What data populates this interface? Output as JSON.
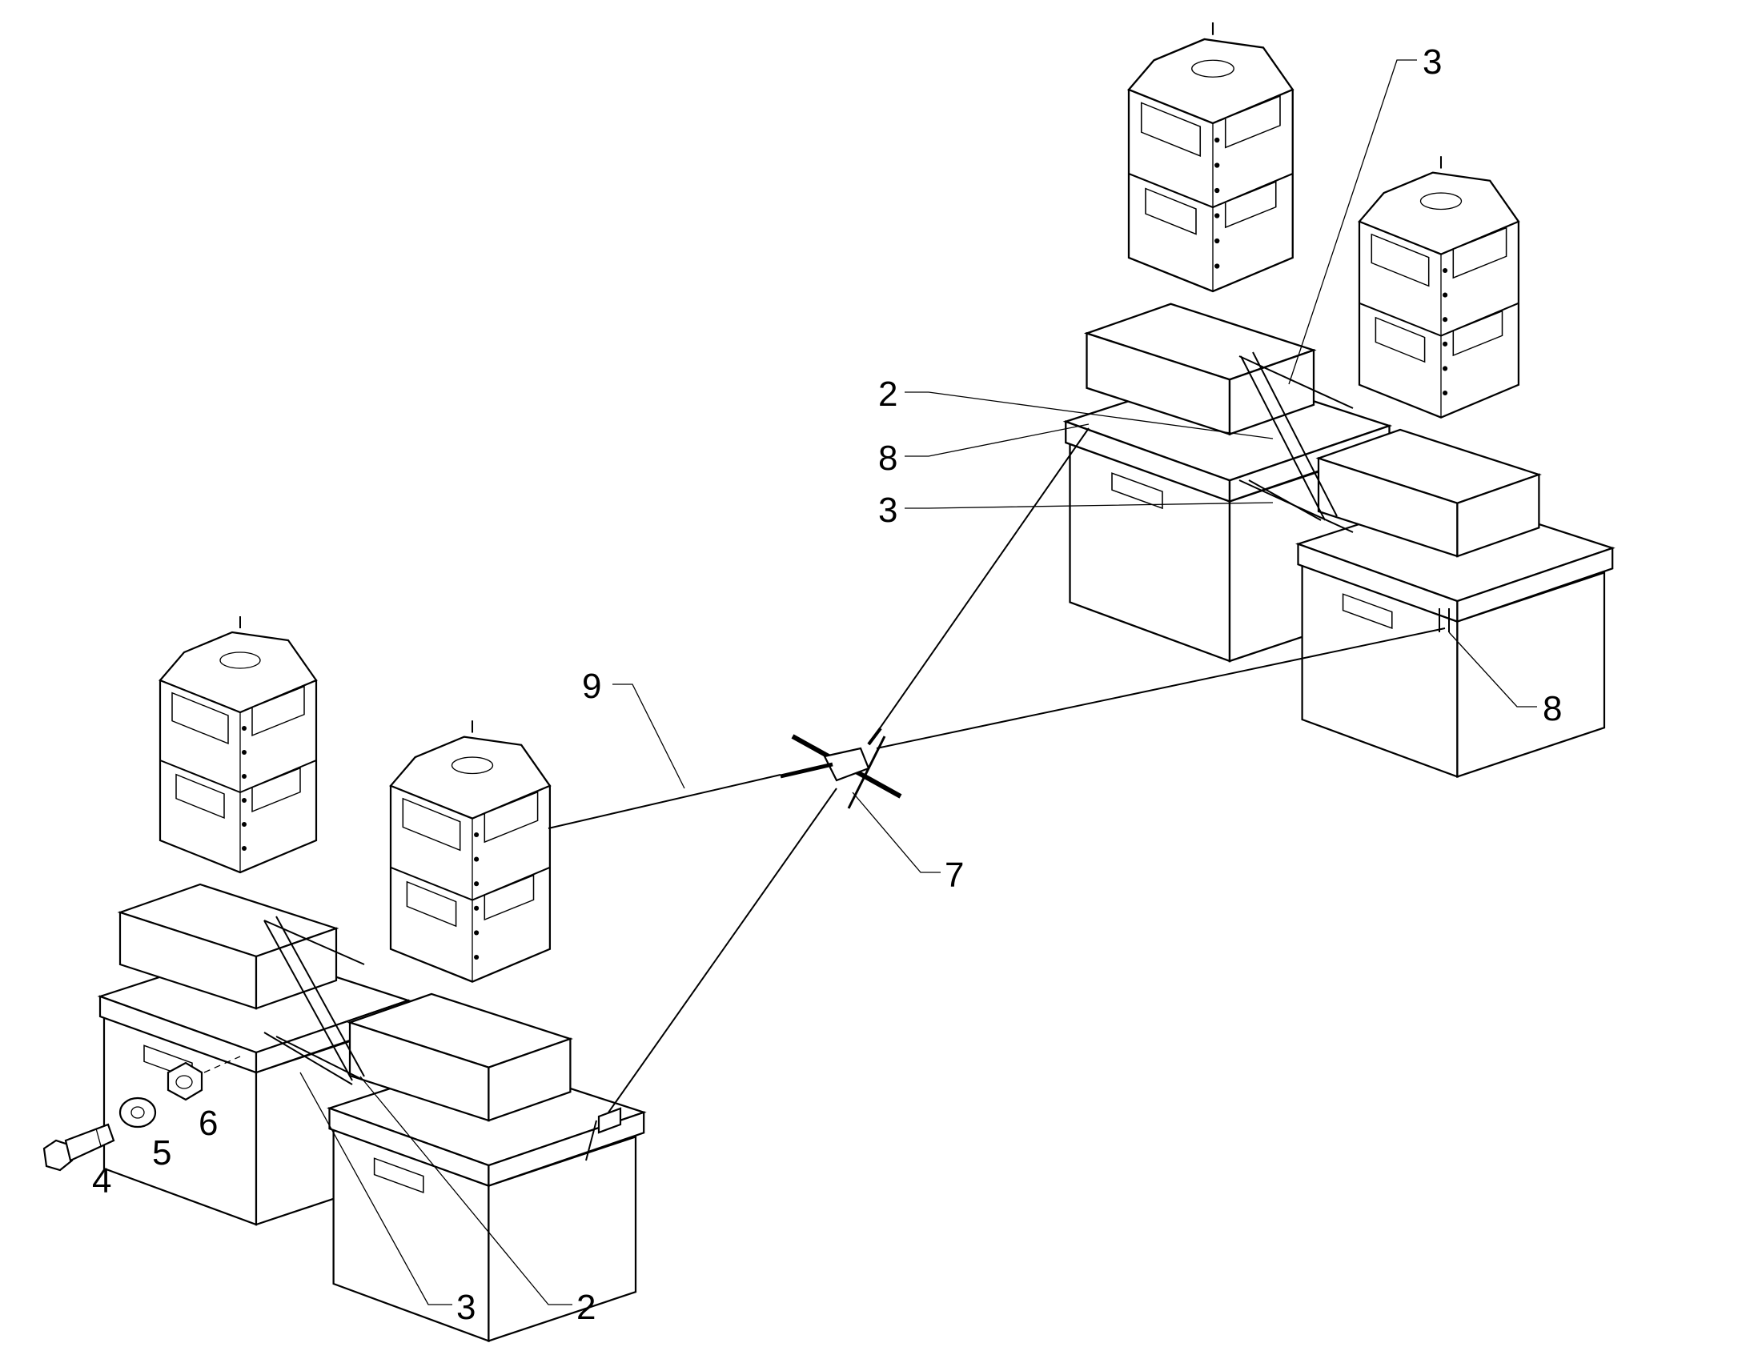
{
  "figure": {
    "callouts": {
      "top_right_3": "3",
      "right_2": "2",
      "right_8": "8",
      "right_3": "3",
      "right_lower_8": "8",
      "guy_9": "9",
      "hub_7": "7",
      "bolt_4": "4",
      "washer_5": "5",
      "nut_6": "6",
      "bottom_3": "3",
      "bottom_2": "2"
    },
    "colors": {
      "line": "#000000",
      "background": "#ffffff"
    }
  }
}
